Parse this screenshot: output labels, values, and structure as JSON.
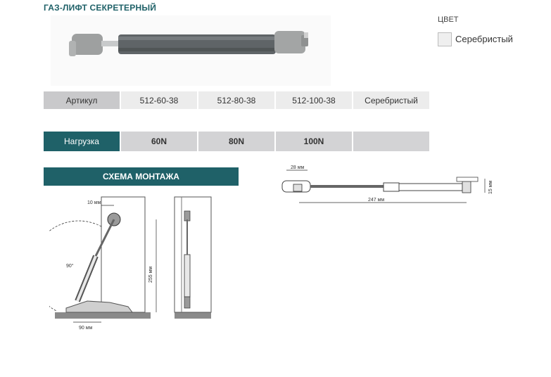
{
  "title": "ГАЗ-ЛИФТ СЕКРЕТЕРНЫЙ",
  "color": {
    "label": "ЦВЕТ",
    "option": "Серебристый",
    "swatch": "#efefef"
  },
  "table": {
    "row1": [
      "Артикул",
      "512-60-38",
      "512-80-38",
      "512-100-38",
      "Серебристый"
    ],
    "row2": [
      "Нагрузка",
      "60N",
      "80N",
      "100N",
      ""
    ]
  },
  "scheme": {
    "title": "СХЕМА МОНТАЖА",
    "dims": {
      "top_offset": "10 мм",
      "angle": "90°",
      "height": "255 мм",
      "base": "90 мм"
    }
  },
  "drawing": {
    "d1": "28 мм",
    "d2": "247 мм",
    "d3": "15 мм"
  },
  "colors": {
    "accent": "#1f6168",
    "header_gray": "#c9c9cb",
    "cell_gray": "#ececec"
  }
}
